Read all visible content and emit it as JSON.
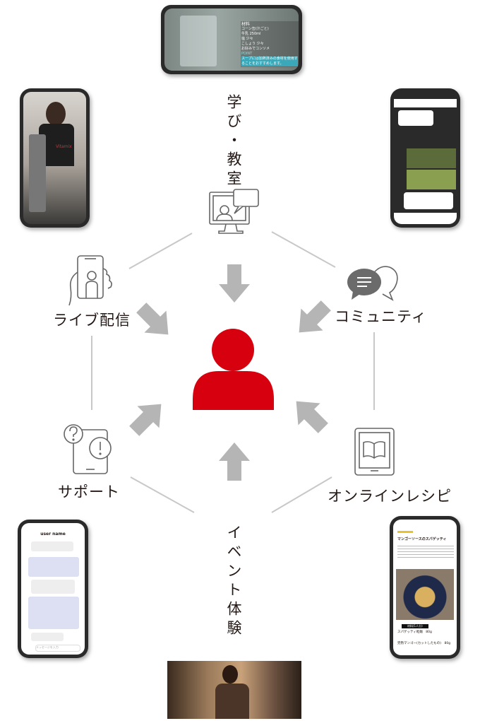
{
  "labels": {
    "learning": "学び・教室",
    "live": "ライブ配信",
    "community": "コミュニティ",
    "support": "サポート",
    "recipe": "オンラインレシピ",
    "event": "イベント体験"
  },
  "screens": {
    "learning": {
      "title": "材料",
      "ingredients": [
        "コーン缶(汁ごと)",
        "牛乳 250ml",
        "塩 少々",
        "こしょう 少々",
        "お好みでコンソメ"
      ],
      "point": "POINT",
      "tip": "スープには加熱済みの食材を使用することをおすすめします。"
    },
    "live": {
      "brand": "Vitamix"
    },
    "chat": {
      "username": "user name",
      "input_placeholder": "メッセージを入力"
    },
    "recipe": {
      "title": "マンゴーソースのスパゲッティ",
      "section": "材料(1人分)",
      "item1": "スパゲッティ乾麺　80g",
      "item2": "完熟マンゴー(カットしたもの)　80g"
    }
  },
  "colors": {
    "accent": "#d7000f",
    "arrow": "#b5b5b5",
    "line": "#c8c8c8",
    "icon": "#666666"
  }
}
